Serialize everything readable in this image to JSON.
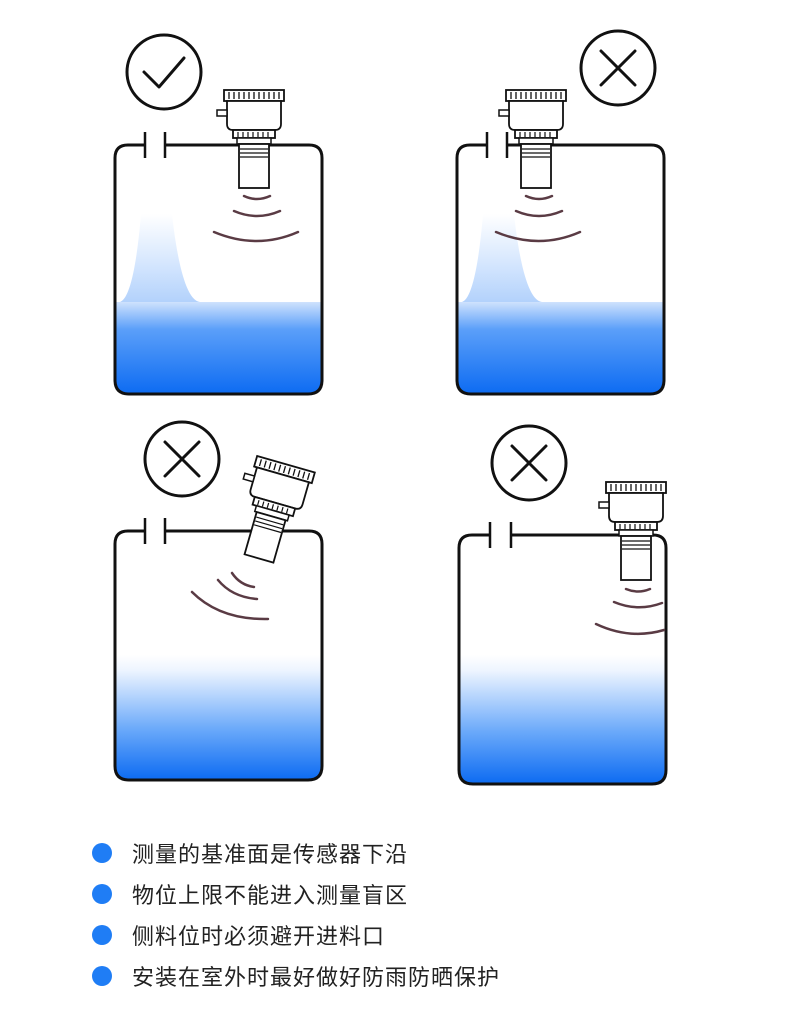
{
  "colors": {
    "liquid_top": "#ffffff",
    "liquid_bottom": "#0e6cf2",
    "outline": "#111111",
    "wave": "#5a3b44",
    "bullet": "#1f7df5"
  },
  "panels": [
    {
      "mark": "check-mark-icon",
      "mount": "correct-top-mounted",
      "liquid": "heap"
    },
    {
      "mark": "cross-mark-icon",
      "mount": "incorrect-near-wall",
      "liquid": "heap"
    },
    {
      "mark": "cross-mark-icon",
      "mount": "incorrect-tilted",
      "liquid": "level"
    },
    {
      "mark": "cross-mark-icon",
      "mount": "incorrect-at-tank-edge",
      "liquid": "level"
    }
  ],
  "notes": [
    "测量的基准面是传感器下沿",
    "物位上限不能进入测量盲区",
    "侧料位时必须避开进料口",
    "安装在室外时最好做好防雨防晒保护"
  ]
}
